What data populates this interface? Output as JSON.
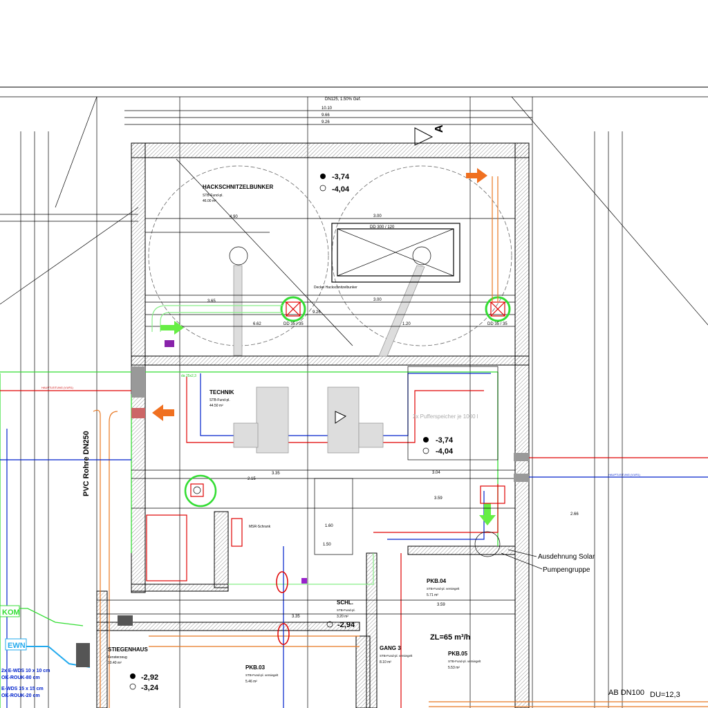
{
  "drawing": {
    "section_marker": "A",
    "top_pipe_label": "DN125, 1.50% Gef.",
    "dims_top": [
      "10.10",
      "9.66",
      "9.26"
    ],
    "rooms": {
      "bunker": {
        "name": "HACKSCHNITZELBUNKER",
        "floor": "STB-Fund-pl.",
        "area": "46.00 m²"
      },
      "technik": {
        "name": "TECHNIK",
        "floor": "STB-Fund-pl.",
        "area": "44.50 m²"
      },
      "stiegenhaus": {
        "name": "STIEGENHAUS",
        "floor": "Fenster­zeug",
        "area": "10.40 m²"
      },
      "pkb03": {
        "name": "PKB.03",
        "floor": "STB-Fund-pl. versiegelt",
        "area": "5.46 m²"
      },
      "pkb04": {
        "name": "PKB.04",
        "floor": "STB-Fund-pl. versiegelt",
        "area": "5.71 m²"
      },
      "pkb05": {
        "name": "PKB.05",
        "floor": "STB-Fund-pl. versiegelt",
        "area": "5.53 m²"
      },
      "gang3": {
        "name": "GANG 3",
        "floor": "STB-Fund-pl. versiegelt",
        "area": "8.10 m²"
      },
      "schl": {
        "name": "SCHL.",
        "floor": "STB-Fund-pl.",
        "area": "3.20 m²"
      }
    },
    "levels": {
      "bunker_top": "-3,74",
      "bunker_bottom": "-4,04",
      "technik_top": "-3,74",
      "technik_bottom": "-4,04",
      "stiege_top": "-2,92",
      "stiege_bottom": "-3,24",
      "schl": "-2,94"
    },
    "labels": {
      "opening_big": "DD 300 / 120",
      "lid": "Deckel Hackschnitzelbunker",
      "opening_left": "DD 35 / 35",
      "opening_right": "DD 35 / 35",
      "pvc": "PVC Rohre DN250",
      "buffer": "2x Pufferspeicher je 1000 l",
      "solar": "Ausdehnung Solar",
      "pump": "Pumpengruppe",
      "ab": "AB DN100",
      "du": "DU=12,3",
      "zl": "ZL=65 m³/h",
      "pipe_green": "da 25x2,3",
      "lueftung_top": "HAUPTLEITUNG (V1/R1)",
      "lueftung_right": "HAUPTLEITUNG (V1/R1)",
      "wds1": "2x E-WDS 10 x 10 cm",
      "wds1_ok": "OK-ROUK-80 cm",
      "wds2": "E-WDS 15 x 15 cm",
      "wds2_ok": "OK-ROUK-20 cm",
      "kom": "KOM",
      "ewn": "EWN",
      "msr": "MSR-Schrank",
      "dim_490": "4.90",
      "dim_300a": "3.00",
      "dim_300b": "3.00",
      "dim_365": "3.65",
      "dim_662": "6.62",
      "dim_926": "9.26",
      "dim_120": "1.20",
      "dim_335a": "3.35",
      "dim_335b": "3.35",
      "dim_359a": "3.59",
      "dim_359b": "3.59",
      "dim_304": "3.04",
      "dim_215": "2.15",
      "dim_150": "1.50",
      "dim_160": "1.60",
      "dim_266": "2.66"
    }
  }
}
